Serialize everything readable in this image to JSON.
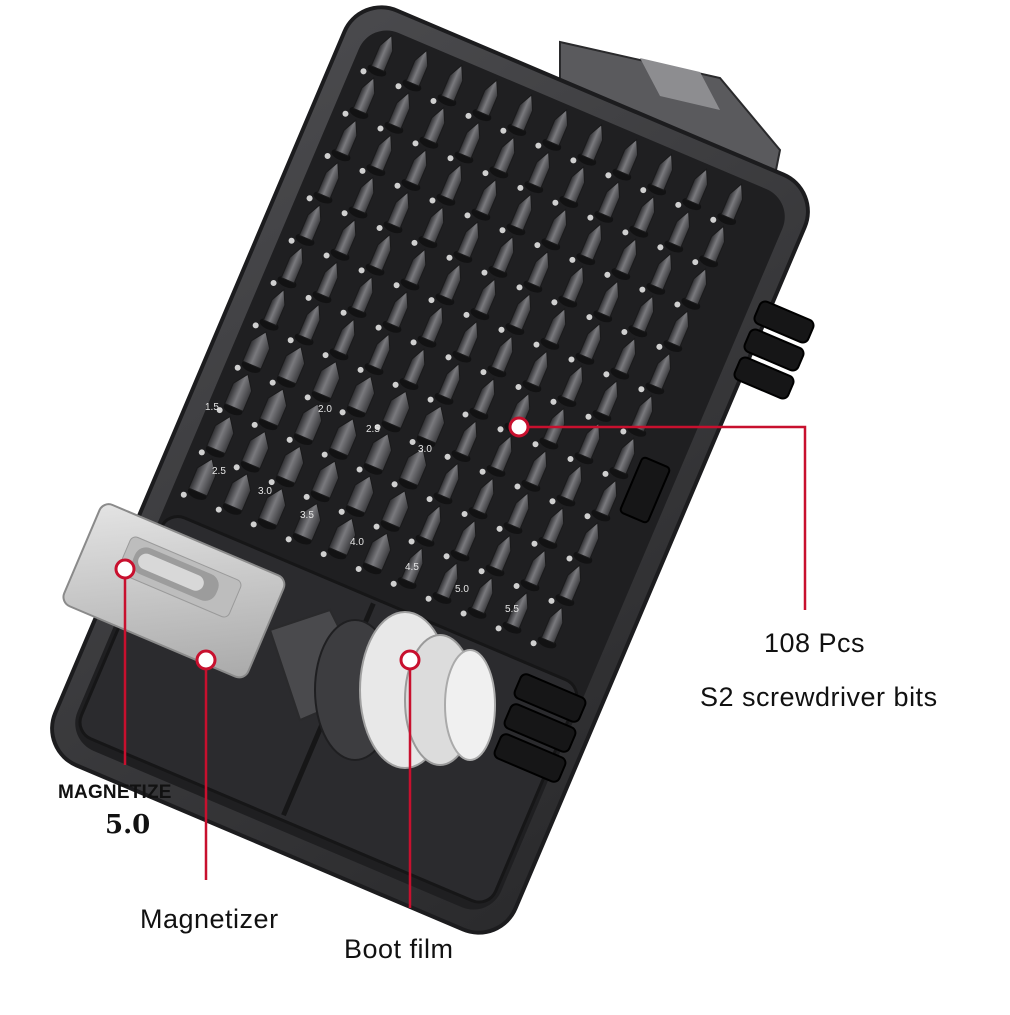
{
  "callouts": {
    "bits_count": "108 Pcs",
    "bits_type": "S2 screwdriver bits",
    "magnetize_label": "MAGNETIZE",
    "magnetize_value": "5.0",
    "magnetizer": "Magnetizer",
    "boot_film": "Boot film"
  },
  "tray": {
    "size_marks": [
      "2.5",
      "3.0",
      "3.5",
      "4.0",
      "4.5",
      "5.0",
      "5.5",
      "1.5",
      "2.0",
      "2.5",
      "3.0"
    ]
  },
  "colors": {
    "case": "#3a3a3c",
    "case_dark": "#1f1f21",
    "tray": "#2a2a2c",
    "bit": "#5a5a5e",
    "callout_line": "#c8102e",
    "magnetizer": "#cfcfcf",
    "boot_film_light": "#e8e8e8",
    "boot_film_dark": "#3d3d40"
  }
}
